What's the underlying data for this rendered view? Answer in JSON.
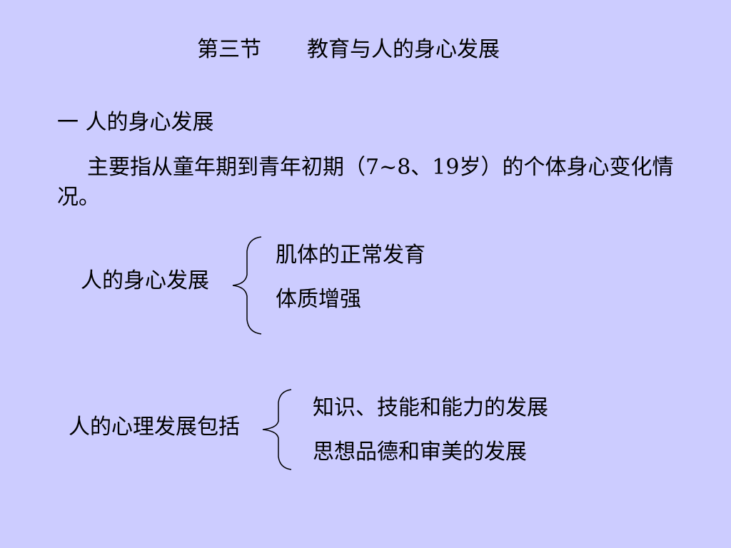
{
  "slide": {
    "title_section": "第三节",
    "title_text": "教育与人的身心发展",
    "heading": "一 人的身心发展",
    "paragraph": "主要指从童年期到青年初期（7~8、19岁）的个体身心变化情况。",
    "group1": {
      "label": "人的身心发展",
      "items": [
        "肌体的正常发育",
        "体质增强"
      ]
    },
    "group2": {
      "label": "人的心理发展包括",
      "items": [
        "知识、技能和能力的发展",
        "思想品德和审美的发展"
      ]
    }
  }
}
